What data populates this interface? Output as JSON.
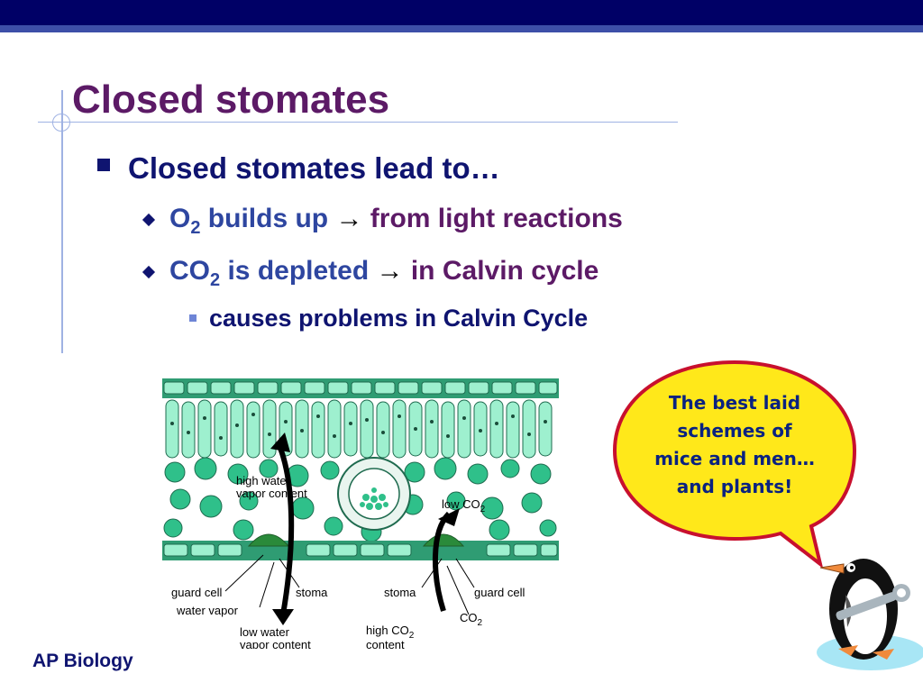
{
  "slide": {
    "title": "Closed stomates",
    "bullet1": "Closed stomates lead to…",
    "bullet2": {
      "o": "O",
      "o_sub": "2",
      "text": " builds up ",
      "arrow": "→",
      "highlight": " from light reactions"
    },
    "bullet3": {
      "co": "CO",
      "co_sub": "2",
      "text": " is depleted ",
      "arrow": "→",
      "highlight": " in Calvin cycle"
    },
    "bullet4": "causes problems in Calvin Cycle",
    "footer": "AP Biology"
  },
  "diagram": {
    "high_water_1": "high water",
    "high_water_2": "vapor content",
    "low_co2": "low CO",
    "low_co2_sub": "2",
    "guard_cell_left": "guard cell",
    "stoma_left": "stoma",
    "water_vapor": "water vapor",
    "low_water_1": "low water",
    "low_water_2": "vapor content",
    "stoma_right": "stoma",
    "guard_cell_right": "guard cell",
    "co2": "CO",
    "co2_sub": "2",
    "high_co2_1": "high CO",
    "high_co2_sub": "2",
    "high_co2_2": "content"
  },
  "bubble": {
    "line1": "The best laid",
    "line2": "schemes of",
    "line3": "mice and men…",
    "line4": "and plants!"
  },
  "colors": {
    "title": "#5c1a66",
    "text": "#0f1470",
    "accent_blue": "#2e46a0",
    "bubble_fill": "#ffe81a",
    "bubble_border": "#c8102e"
  }
}
